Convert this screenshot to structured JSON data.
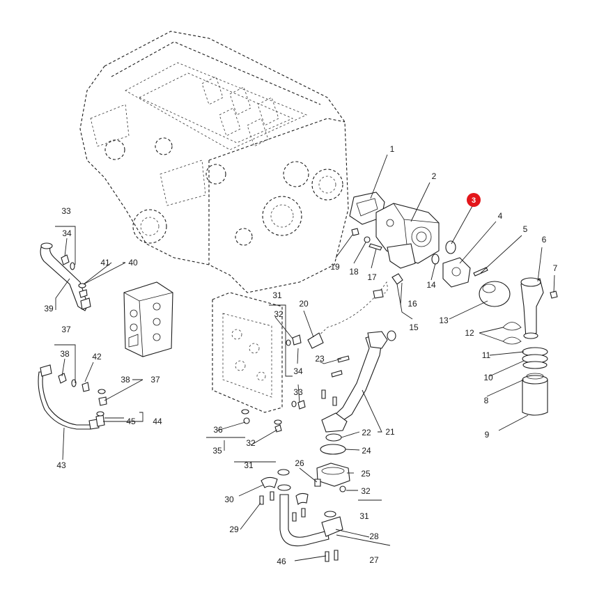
{
  "highlight": {
    "label": "3",
    "color": "#e3161b"
  },
  "callouts": [
    {
      "id": "c1",
      "text": "1"
    },
    {
      "id": "c2",
      "text": "2"
    },
    {
      "id": "c4",
      "text": "4"
    },
    {
      "id": "c5",
      "text": "5"
    },
    {
      "id": "c6",
      "text": "6"
    },
    {
      "id": "c7",
      "text": "7"
    },
    {
      "id": "c8",
      "text": "8"
    },
    {
      "id": "c9",
      "text": "9"
    },
    {
      "id": "c10",
      "text": "10"
    },
    {
      "id": "c11",
      "text": "11"
    },
    {
      "id": "c12",
      "text": "12"
    },
    {
      "id": "c13",
      "text": "13"
    },
    {
      "id": "c14",
      "text": "14"
    },
    {
      "id": "c15",
      "text": "15"
    },
    {
      "id": "c16",
      "text": "16"
    },
    {
      "id": "c17",
      "text": "17"
    },
    {
      "id": "c18",
      "text": "18"
    },
    {
      "id": "c19",
      "text": "19"
    },
    {
      "id": "c20",
      "text": "20"
    },
    {
      "id": "c21",
      "text": "21"
    },
    {
      "id": "c22",
      "text": "22"
    },
    {
      "id": "c23",
      "text": "23"
    },
    {
      "id": "c24",
      "text": "24"
    },
    {
      "id": "c25",
      "text": "25"
    },
    {
      "id": "c26",
      "text": "26"
    },
    {
      "id": "c27",
      "text": "27"
    },
    {
      "id": "c28",
      "text": "28"
    },
    {
      "id": "c29",
      "text": "29"
    },
    {
      "id": "c30",
      "text": "30"
    },
    {
      "id": "c31a",
      "text": "31"
    },
    {
      "id": "c31b",
      "text": "31"
    },
    {
      "id": "c31c",
      "text": "31"
    },
    {
      "id": "c32a",
      "text": "32"
    },
    {
      "id": "c32b",
      "text": "32"
    },
    {
      "id": "c32c",
      "text": "32"
    },
    {
      "id": "c33a",
      "text": "33"
    },
    {
      "id": "c33b",
      "text": "33"
    },
    {
      "id": "c34a",
      "text": "34"
    },
    {
      "id": "c34b",
      "text": "34"
    },
    {
      "id": "c35",
      "text": "35"
    },
    {
      "id": "c36",
      "text": "36"
    },
    {
      "id": "c37a",
      "text": "37"
    },
    {
      "id": "c37b",
      "text": "37"
    },
    {
      "id": "c38a",
      "text": "38"
    },
    {
      "id": "c38b",
      "text": "38"
    },
    {
      "id": "c39",
      "text": "39"
    },
    {
      "id": "c40",
      "text": "40"
    },
    {
      "id": "c41",
      "text": "41"
    },
    {
      "id": "c42",
      "text": "42"
    },
    {
      "id": "c43",
      "text": "43"
    },
    {
      "id": "c44",
      "text": "44"
    },
    {
      "id": "c45",
      "text": "45"
    },
    {
      "id": "c46",
      "text": "46"
    }
  ]
}
